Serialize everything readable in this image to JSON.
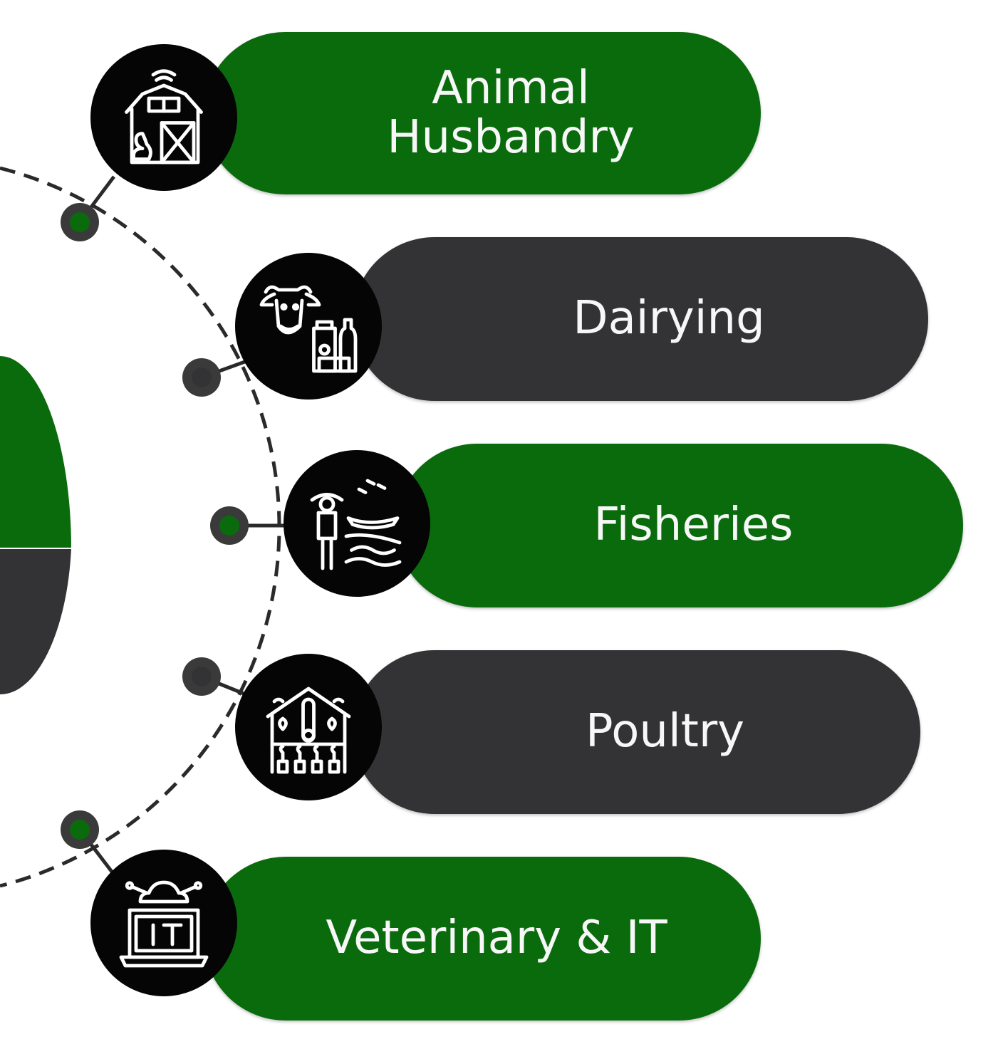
{
  "colors": {
    "green": "#0a6b0c",
    "dark": "#333335",
    "icon_bg": "#050505",
    "connector": "#2a2a2a",
    "text": "#f7f7f7"
  },
  "items": [
    {
      "label": "Animal\nHusbandry",
      "color": "green",
      "icon": "barn-icon"
    },
    {
      "label": "Dairying",
      "color": "dark",
      "icon": "cow-milk-icon"
    },
    {
      "label": "Fisheries",
      "color": "green",
      "icon": "fisherman-icon"
    },
    {
      "label": "Poultry",
      "color": "dark",
      "icon": "greenhouse-icon"
    },
    {
      "label": "Veterinary & IT",
      "color": "green",
      "icon": "laptop-it-icon"
    }
  ]
}
